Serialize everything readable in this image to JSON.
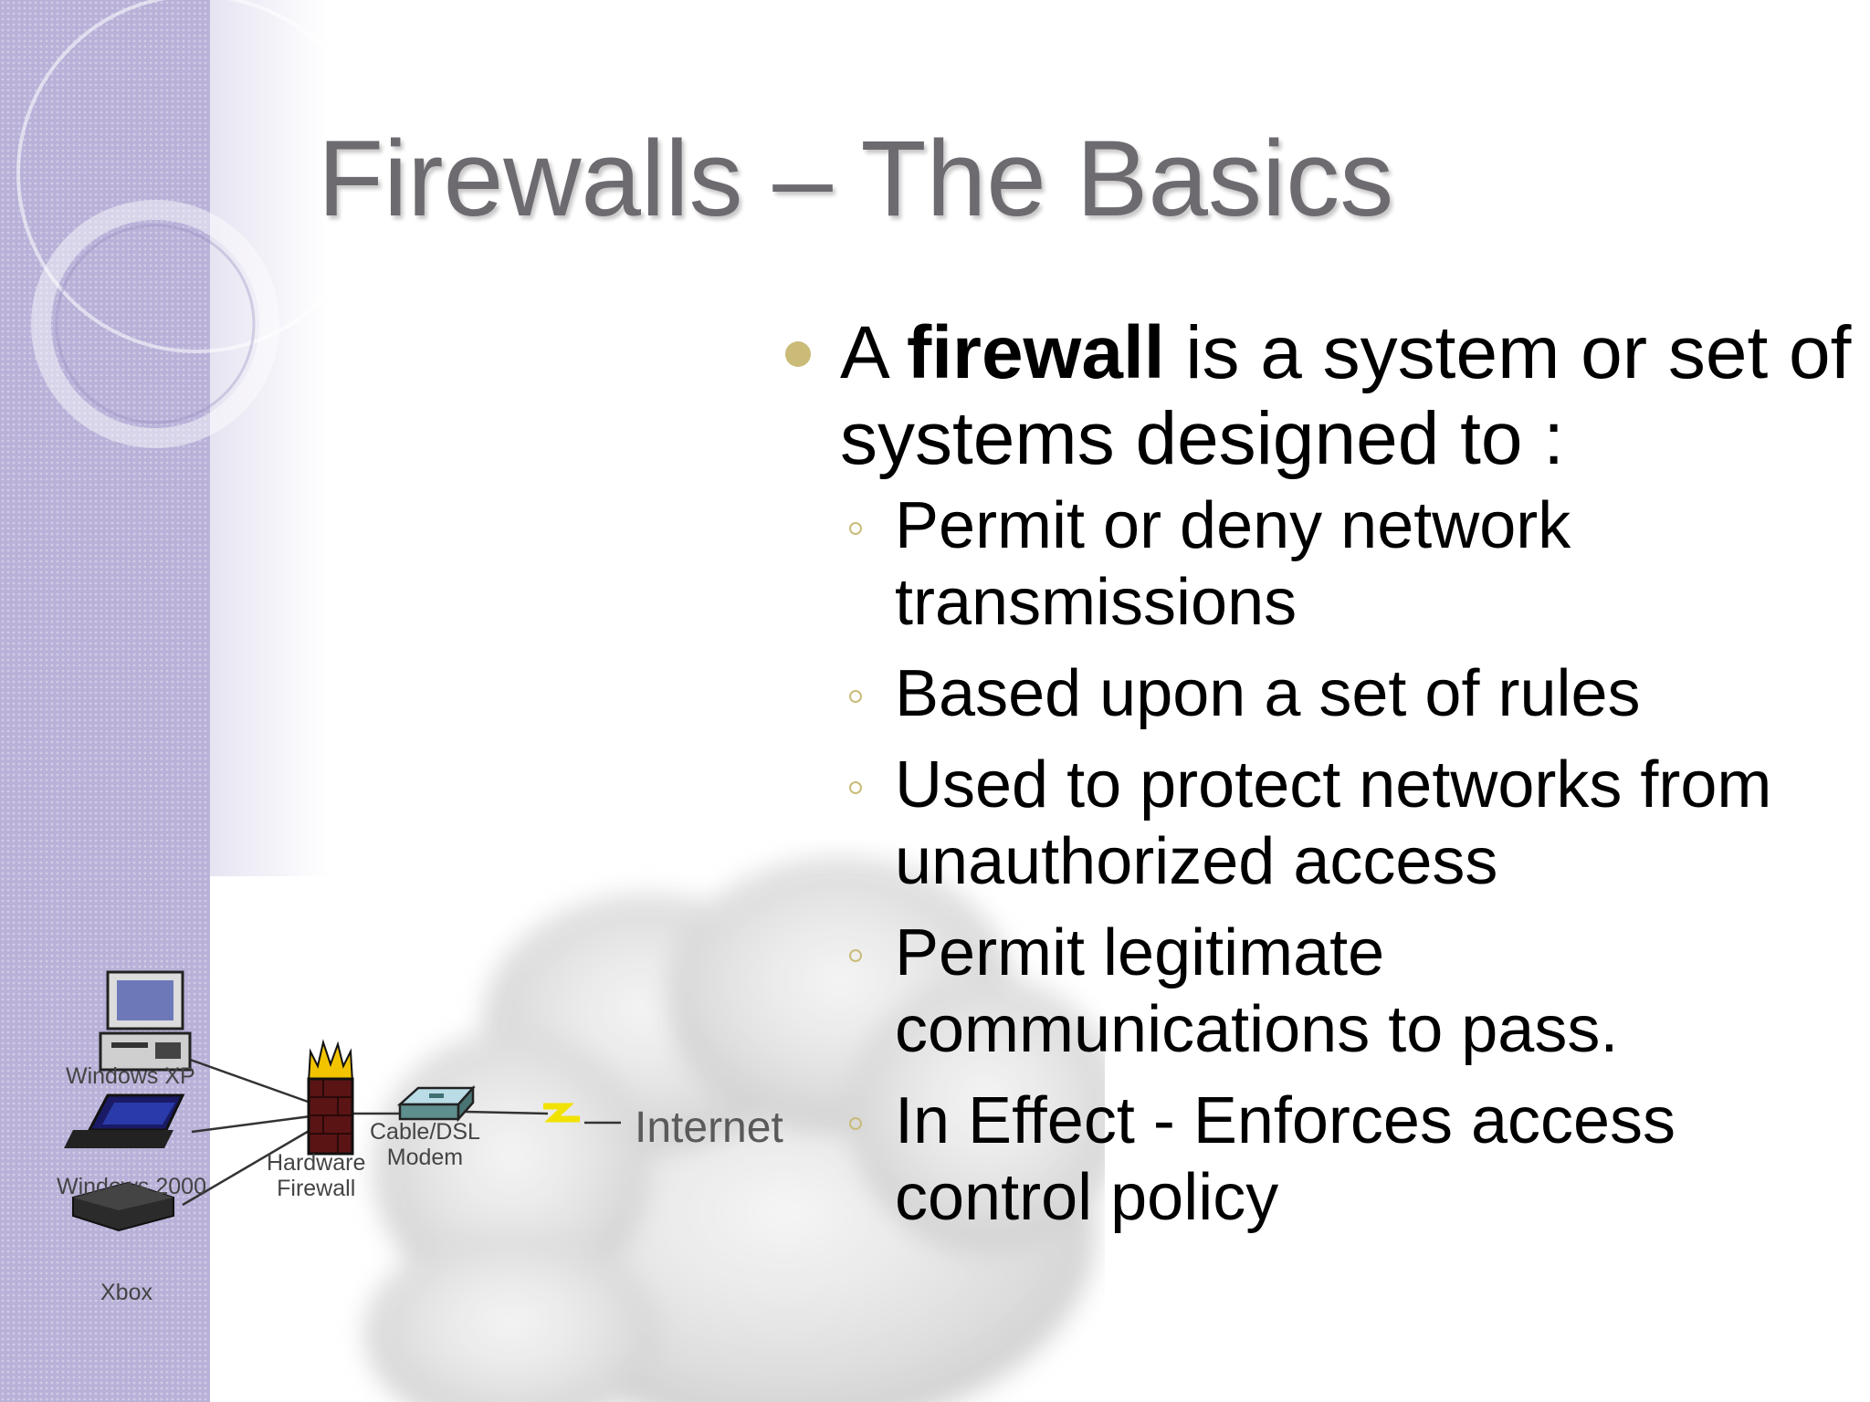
{
  "slide": {
    "title": "Firewalls –  The Basics",
    "bullet": {
      "prefix": "A ",
      "term": "firewall",
      "rest": " is a system or set of systems designed  to :"
    },
    "sub_bullets": [
      " Permit or deny network transmissions",
      " Based upon a set of rules",
      " Used to protect networks from unauthorized access",
      " Permit legitimate communications to pass.",
      "In Effect - Enforces access control policy"
    ]
  },
  "diagram": {
    "labels": {
      "pc1": "Windows XP",
      "pc2": "Windows 2000",
      "console": "Xbox",
      "firewall": "Hardware\nFirewall",
      "modem": "Cable/DSL\nModem",
      "internet": "Internet"
    }
  },
  "colors": {
    "side_band": "#b9b1d8",
    "title": "#6d6a70",
    "bullet": "#cbbb79"
  }
}
